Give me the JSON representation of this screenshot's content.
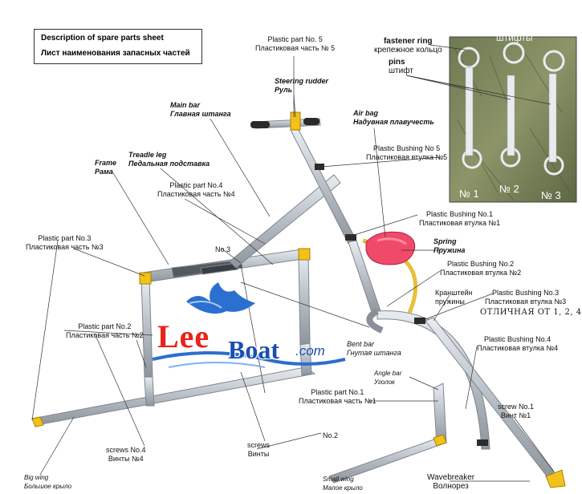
{
  "description_box": {
    "line_en": "Description of spare parts sheet",
    "line_ru": "Лист наименования запасных частей"
  },
  "labels": {
    "plastic_part_5": {
      "en": "Plastic part No. 5",
      "ru": "Пластиковая часть № 5"
    },
    "steering_rudder": {
      "en": "Steering rudder",
      "ru": "Руль"
    },
    "main_bar": {
      "en": "Main bar",
      "ru": "Главная штанга"
    },
    "air_bag": {
      "en": "Air bag",
      "ru": "Надувная плавучесть"
    },
    "plastic_bushing_5": {
      "en": "Plastic Bushing No 5",
      "ru": "Пластиковая втулка №5"
    },
    "treadle_leg": {
      "en": "Treadle leg",
      "ru": "Педальная подставка"
    },
    "frame": {
      "en": "Frame",
      "ru": "Рама"
    },
    "plastic_part_4": {
      "en": "Plastic part No.4",
      "ru": "Пластиковая часть №4"
    },
    "plastic_bushing_1": {
      "en": "Plastic Bushing No.1",
      "ru": "Пластиковая втулка №1"
    },
    "spring": {
      "en": "Spring",
      "ru": "Пружина"
    },
    "plastic_part_3": {
      "en": "Plastic part No.3",
      "ru": "Пластиковая часть №3"
    },
    "no3": "No.3",
    "plastic_bushing_2": {
      "en": "Plastic Bushing No.2",
      "ru": "Пластиковая втулка №2"
    },
    "spring_bracket": {
      "ru1": "Кранштейн",
      "ru2": "пружины"
    },
    "plastic_bushing_3": {
      "en": "Plastic Bushing No.3",
      "ru": "Пластиковая втулка №3"
    },
    "differs": "ОТЛИЧНАЯ ОТ 1, 2, 4",
    "plastic_part_2": {
      "en": "Plastic part No.2",
      "ru": "Пластиковая часть №2"
    },
    "bent_bar": {
      "en": "Bent bar",
      "ru": "Гнутая штанга"
    },
    "plastic_bushing_4": {
      "en": "Plastic Bushing No.4",
      "ru": "Пластиковая втулка №4"
    },
    "angle_bar": {
      "en": "Angle bar",
      "ru": "Уголок"
    },
    "plastic_part_1": {
      "en": "Plastic part No.1",
      "ru": "Пластиковая часть №1"
    },
    "screw_1": {
      "en": "screw No.1",
      "ru": "Винт №1"
    },
    "screws_4": {
      "en": "screws No.4",
      "ru": "Винты №4"
    },
    "screws": {
      "en": "screws",
      "ru": "Винты"
    },
    "no2": "No.2",
    "big_wing": {
      "en": "Big wing",
      "ru": "Большое крыло"
    },
    "small_wing": {
      "en": "Small wing",
      "ru": "Малое крыло"
    },
    "wavebreaker": {
      "en": "Wavebreaker",
      "ru": "Волнорез"
    }
  },
  "photo": {
    "fastener_ring": {
      "en": "fastener ring",
      "ru": "крепежное кольцо"
    },
    "pins": {
      "en": "pins",
      "ru": "штифт"
    },
    "header_ru": "штифты",
    "n1": "№ 1",
    "n2": "№ 2",
    "n3": "№ 3"
  },
  "logo": {
    "lee": "Lee",
    "boat": "Boat",
    "com": ".com"
  },
  "colors": {
    "bar": "#c9ced4",
    "bar_edge": "#8a9099",
    "cap": "#f2c21a",
    "airbag": "#f04a6a",
    "spring": "#e6c23a",
    "logo_red": "#e8231a",
    "logo_blue": "#1a4fb0"
  }
}
